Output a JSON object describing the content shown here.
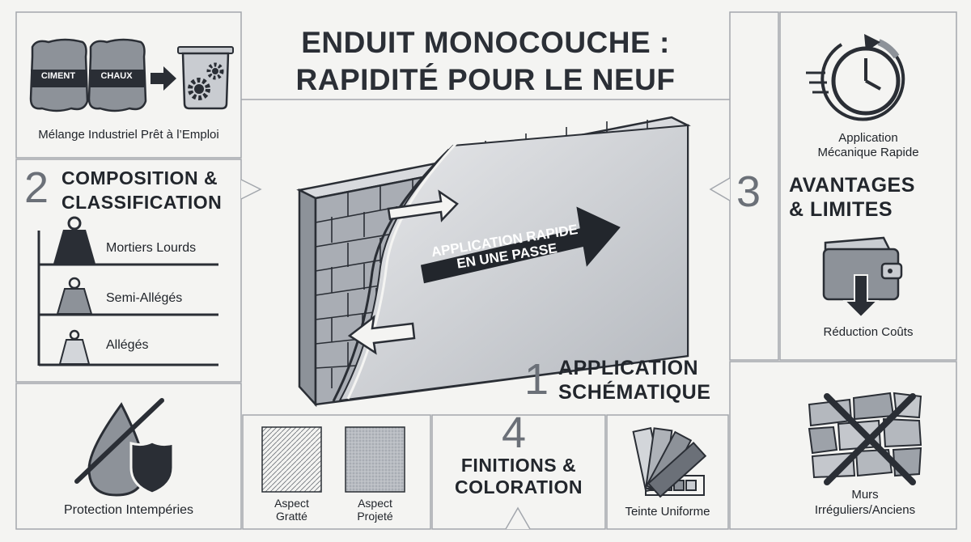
{
  "title": {
    "line1": "ENDUIT MONOCOUCHE :",
    "line2": "RAPIDITÉ POUR LE NEUF"
  },
  "mix": {
    "bag1": "CIMENT",
    "bag2": "CHAUX",
    "caption": "Mélange Industriel Prêt à l’Emploi"
  },
  "composition": {
    "number": "2",
    "line1": "COMPOSITION &",
    "line2": "CLASSIFICATION",
    "items": [
      "Mortiers Lourds",
      "Semi-Allégés",
      "Allégés"
    ]
  },
  "protection": {
    "caption": "Protection Intempéries"
  },
  "application": {
    "number": "1",
    "line1": "APPLICATION",
    "line2": "SCHÉMATIQUE",
    "arrow_line1": "APPLICATION RAPIDE",
    "arrow_line2": "EN UNE PASSE"
  },
  "finishes": {
    "number": "4",
    "line1": "FINITIONS &",
    "line2": "COLORATION",
    "gratte_line1": "Aspect",
    "gratte_line2": "Gratté",
    "projete_line1": "Aspect",
    "projete_line2": "Projeté",
    "teinte": "Teinte Uniforme"
  },
  "advantages": {
    "number": "3",
    "line1": "AVANTAGES",
    "line2": "& LIMITES",
    "app_line1": "Application",
    "app_line2": "Mécanique Rapide",
    "cost": "Réduction Coûts",
    "walls_line1": "Murs",
    "walls_line2": "Irréguliers/Anciens"
  },
  "colors": {
    "dark": "#2a2e35",
    "mid": "#8a8f97",
    "light": "#c9ccd1",
    "line": "#9a9ea5"
  }
}
